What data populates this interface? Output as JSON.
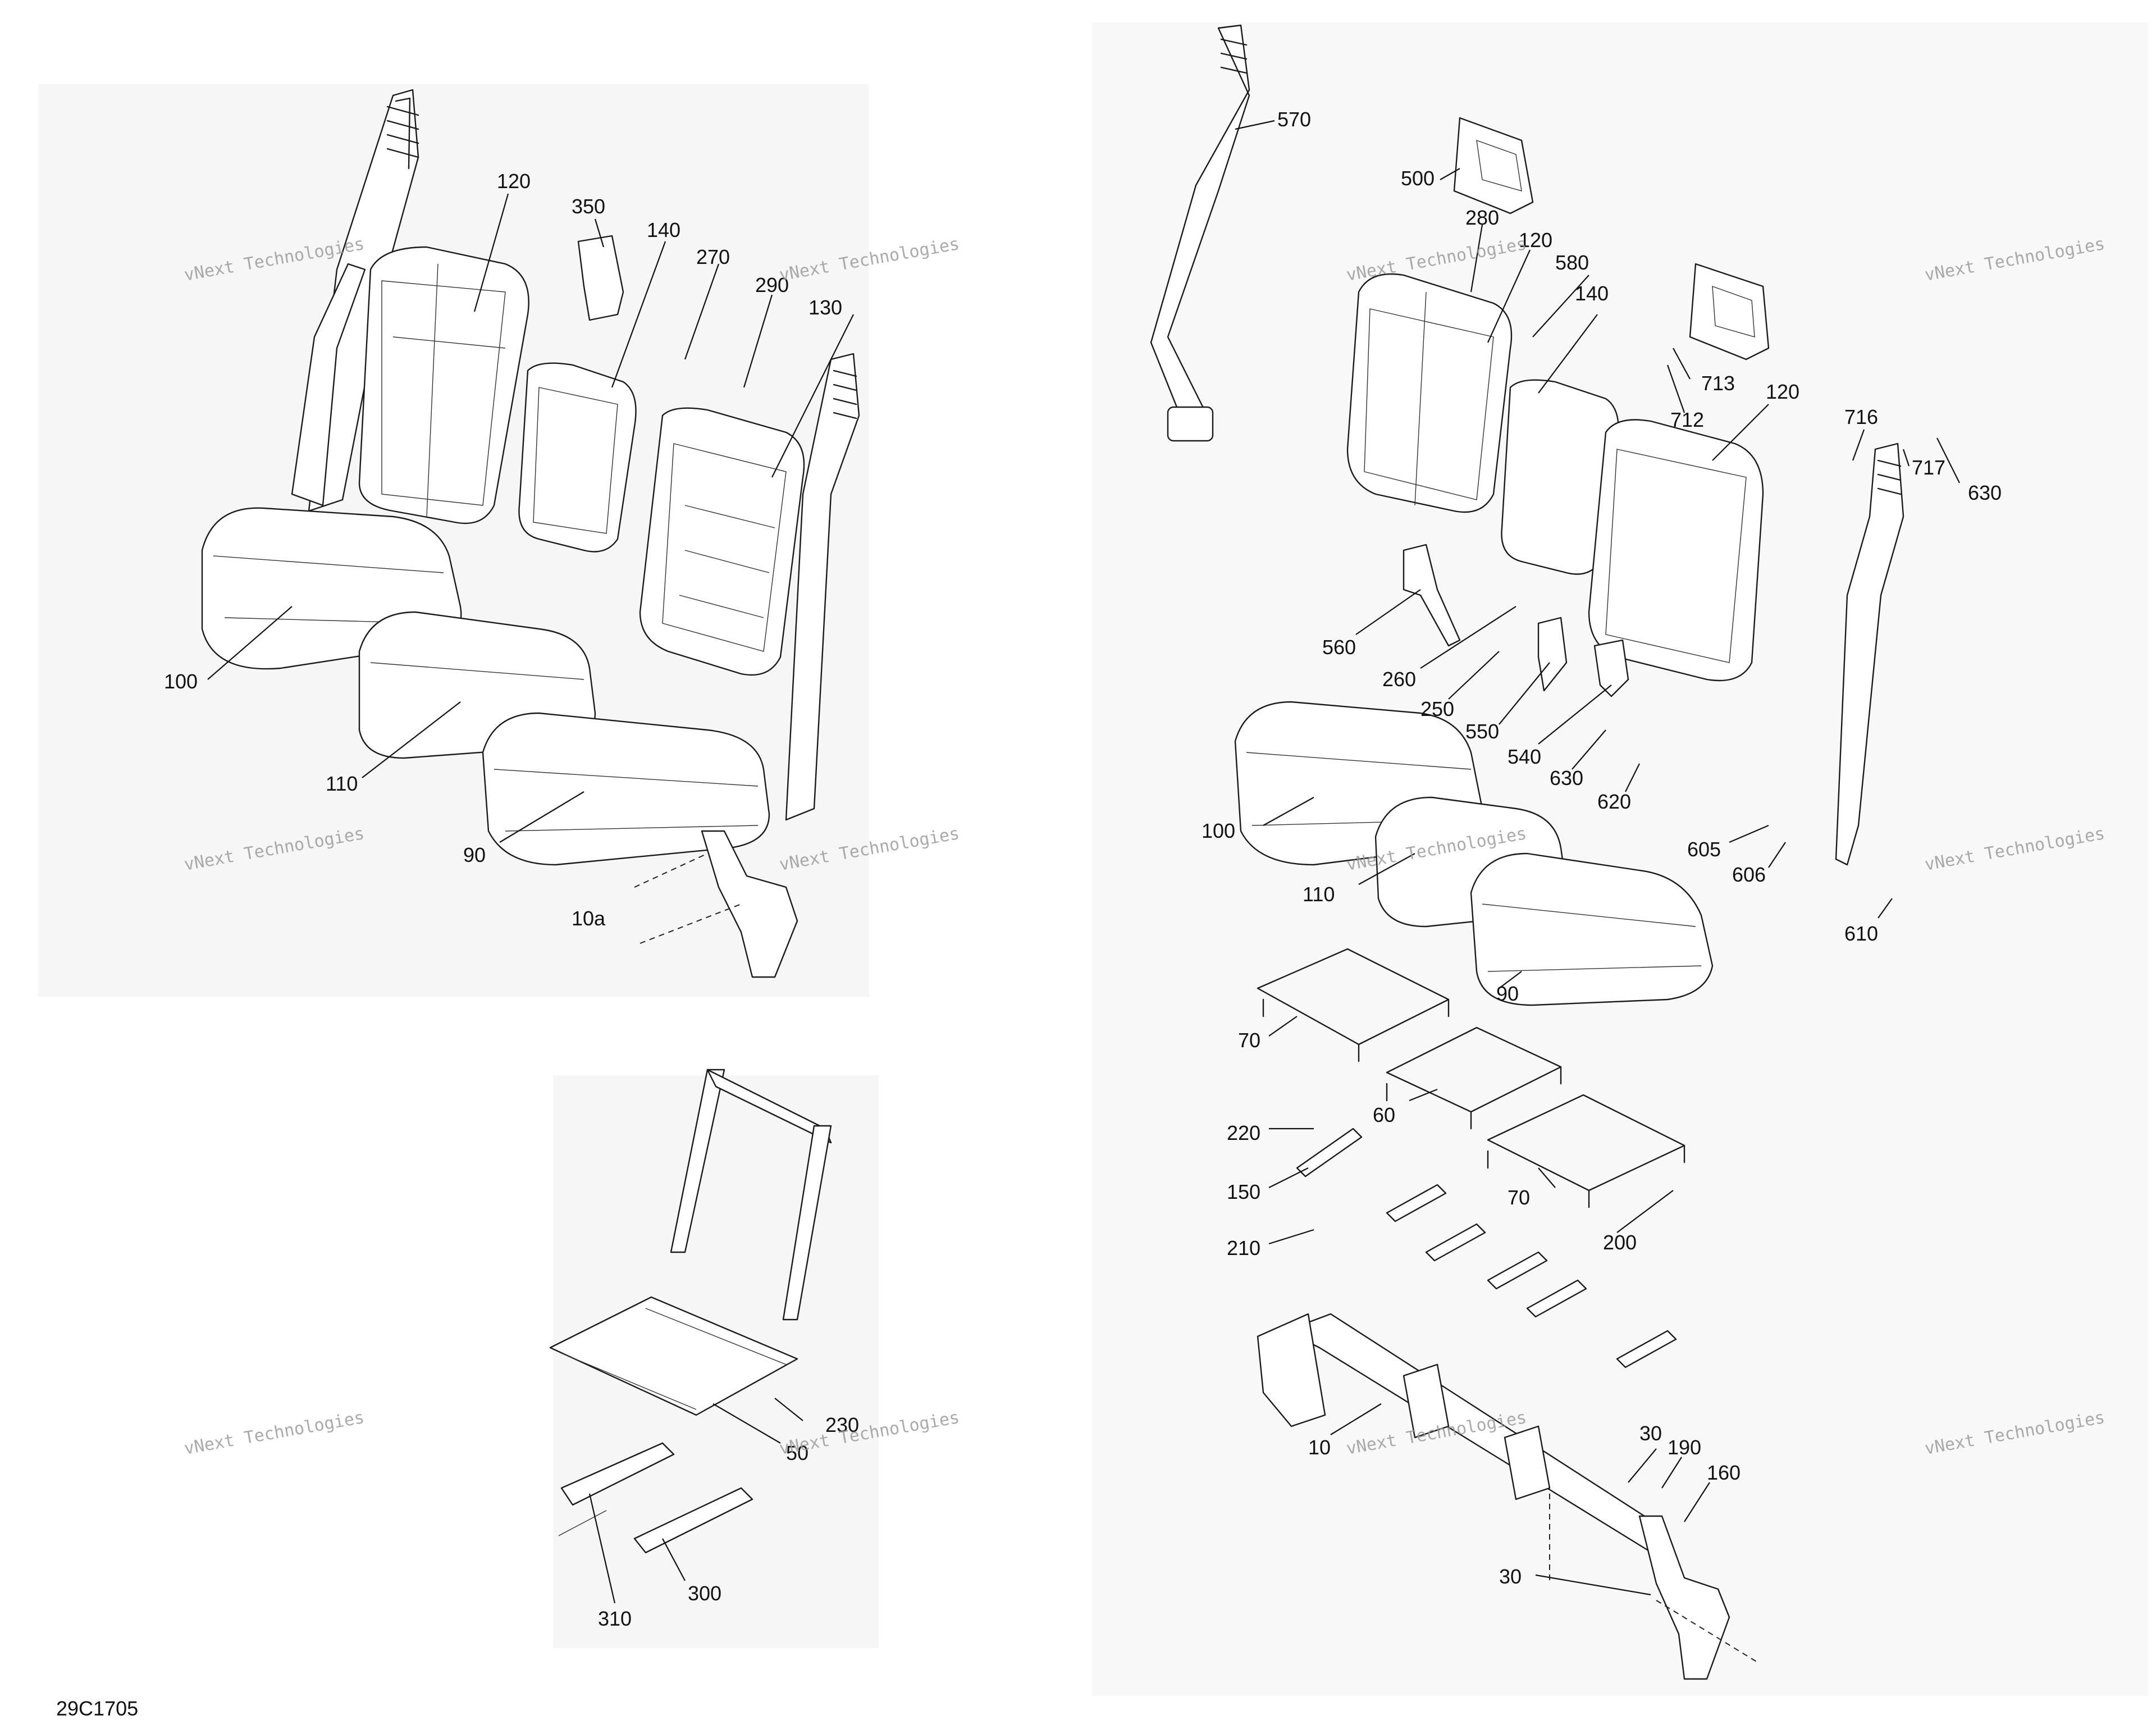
{
  "diagram_code": "29C1705",
  "watermark": {
    "line1": "vNext Technologies",
    "line2": "vNext",
    "line3": "Technologies"
  },
  "callouts_top_left": [
    "120",
    "350",
    "140",
    "270",
    "290",
    "130",
    "100",
    "110",
    "90",
    "10a"
  ],
  "callouts_bottom_left": [
    "50",
    "230",
    "310",
    "300"
  ],
  "callouts_right": [
    "570",
    "500",
    "280",
    "120",
    "580",
    "140",
    "713",
    "712",
    "120",
    "716",
    "717",
    "630",
    "560",
    "260",
    "250",
    "550",
    "540",
    "630",
    "620",
    "605",
    "606",
    "610",
    "100",
    "110",
    "90",
    "70",
    "60",
    "70",
    "220",
    "150",
    "210",
    "200",
    "10",
    "30",
    "190",
    "160",
    "30"
  ]
}
